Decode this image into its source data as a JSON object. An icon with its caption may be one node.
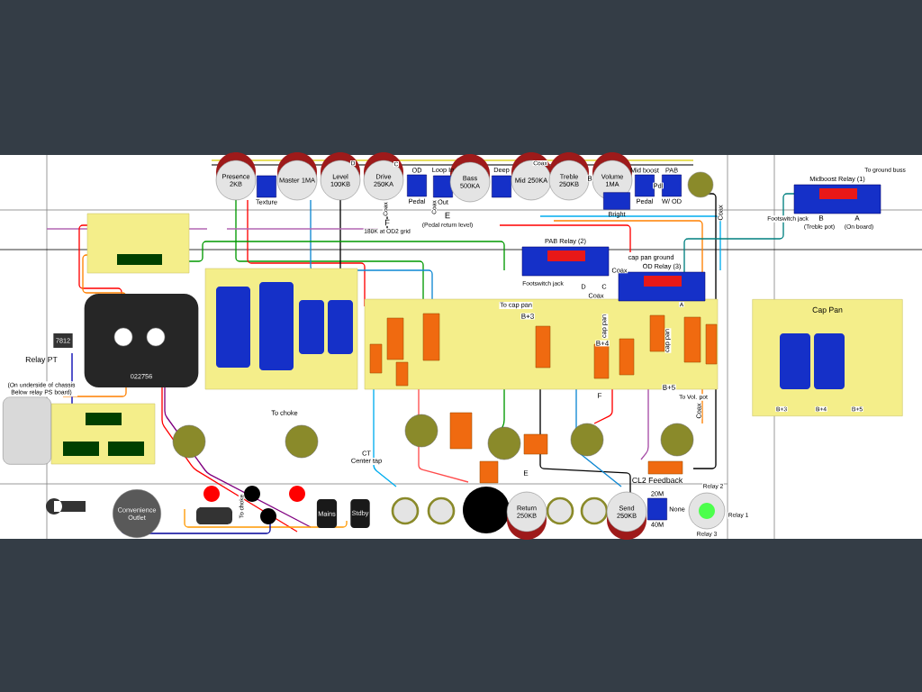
{
  "diagram": {
    "nodes": [
      {
        "text": [
          "Presence 2KB"
        ]
      },
      {
        "text": [
          "Texture"
        ]
      },
      {
        "text": [
          "Master 1MA"
        ]
      },
      {
        "text": [
          "Level 100KB"
        ]
      },
      {
        "text": [
          "Drive 250KA"
        ]
      },
      {
        "text": [
          "OD",
          "Pedal"
        ]
      },
      {
        "text": [
          "Loop In",
          "Out"
        ]
      },
      {
        "text": [
          "Bass 500KA"
        ]
      },
      {
        "text": [
          "Deep"
        ]
      },
      {
        "text": [
          "Mid 250KA"
        ]
      },
      {
        "text": [
          "Treble 250KB"
        ]
      },
      {
        "text": [
          "Volume 1MA"
        ]
      },
      {
        "text": [
          "Bright"
        ]
      },
      {
        "text": [
          "Mid boost",
          "Pedal"
        ]
      },
      {
        "text": [
          "PAB",
          "W/ OD"
        ]
      },
      {
        "text": [
          "Midboost Relay (1)"
        ]
      },
      {
        "text": [
          "PAB Relay (2)"
        ]
      },
      {
        "text": [
          "OD Relay (3)"
        ]
      },
      {
        "text": [
          "Cap Pan"
        ]
      },
      {
        "text": [
          "Relay PT",
          "(On underside of chassis Below relay PS board)"
        ]
      },
      {
        "text": [
          "022756"
        ]
      },
      {
        "text": [
          "7812"
        ]
      },
      {
        "text": [
          "Convenience Outlet"
        ]
      },
      {
        "text": [
          "Mains"
        ]
      },
      {
        "text": [
          "Stdby"
        ]
      },
      {
        "text": [
          "Return 250KB"
        ]
      },
      {
        "text": [
          "Send 250KB"
        ]
      },
      {
        "text": [
          "CL2 Feedback",
          "20M",
          "None",
          "40M"
        ]
      },
      {
        "text": [],
        "shape": "circle"
      }
    ],
    "labels": [
      "D",
      "C",
      "Coax",
      "F",
      "180K at OD2 grid",
      "Coax",
      "E",
      "(Pedal return level)",
      "Coax",
      "B",
      "Pdl",
      "Coax",
      "To ground buss",
      "Footswitch jack",
      "B",
      "(Treble pot)",
      "A",
      "(On board)",
      "cap pan ground",
      "Coax",
      "Footswitch jack",
      "D",
      "C",
      "Coax",
      "To cap pan",
      "B+3",
      "cap pan",
      "B+4",
      "A",
      "cap pan",
      "B+5",
      "F",
      "To Vol. pot",
      "Coax",
      "To choke",
      "CT",
      "Center tap",
      "E",
      "To choke",
      "B+3",
      "B+4",
      "B+5",
      "Relay 2",
      "Relay 1",
      "Relay 3"
    ]
  }
}
